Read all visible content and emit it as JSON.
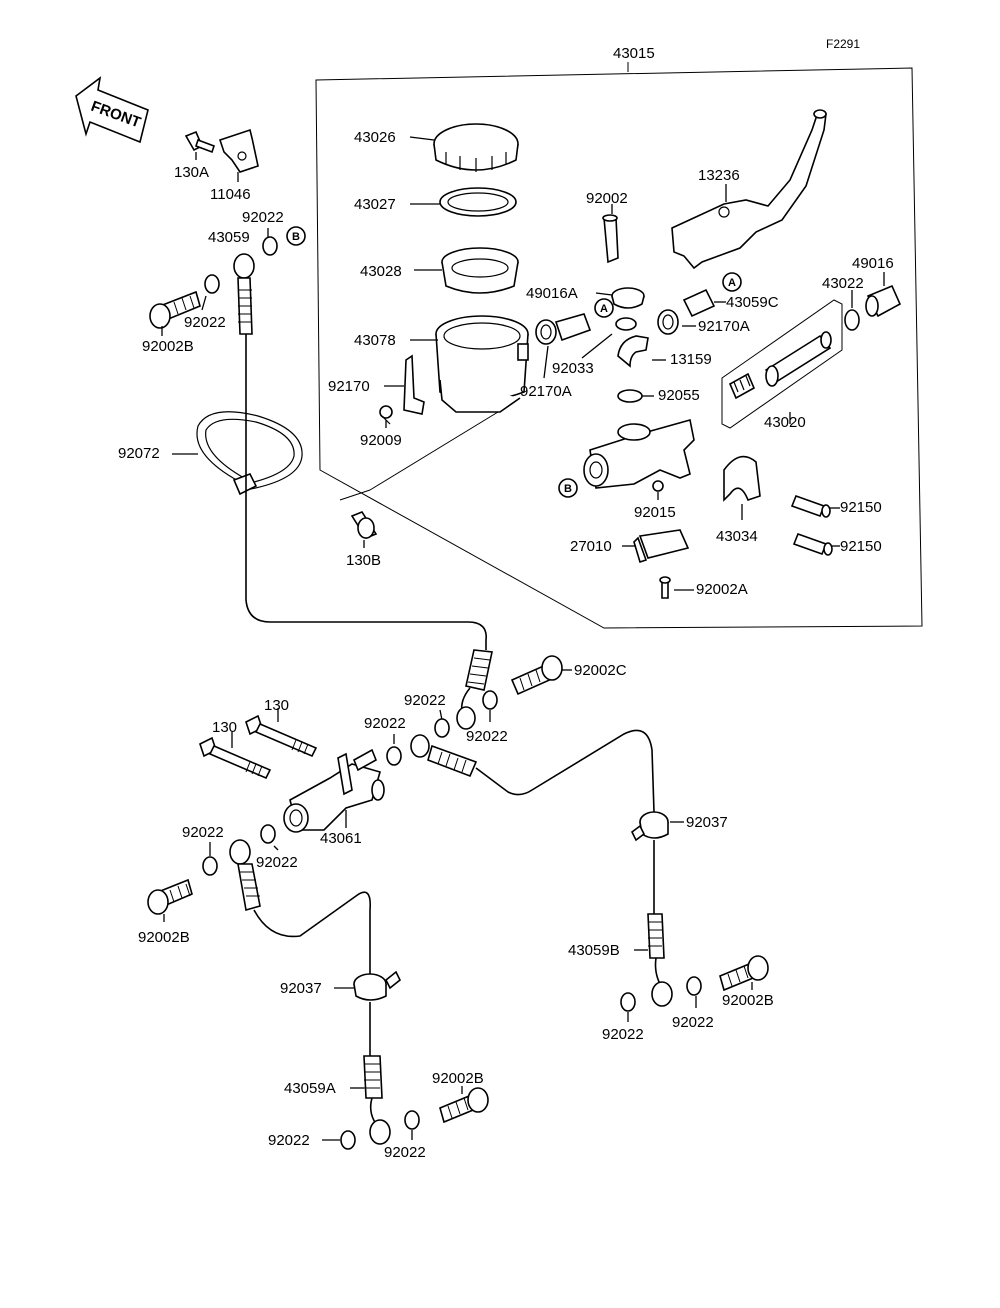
{
  "diagram_code": "F2291",
  "front_label": "FRONT",
  "assembly_label": "43015",
  "marker_a": "A",
  "marker_b": "B",
  "parts": {
    "p43026": "43026",
    "p43027": "43027",
    "p43028": "43028",
    "p43078": "43078",
    "p92170": "92170",
    "p92009": "92009",
    "p92002_top": "92002",
    "p49016A": "49016A",
    "p92033": "92033",
    "p92170A_left": "92170A",
    "p13236": "13236",
    "p43059C": "43059C",
    "p92170A_right": "92170A",
    "p13159": "13159",
    "p92055": "92055",
    "p43022": "43022",
    "p49016": "49016",
    "p43020": "43020",
    "p92015": "92015",
    "p43034": "43034",
    "p92150_a": "92150",
    "p92150_b": "92150",
    "p27010": "27010",
    "p92002A": "92002A",
    "p130A": "130A",
    "p11046": "11046",
    "p92022_tl": "92022",
    "p43059": "43059",
    "p92022_tl2": "92022",
    "p92002B_tl": "92002B",
    "p92072": "92072",
    "p130B": "130B",
    "p92002C": "92002C",
    "p92022_c1": "92022",
    "p92022_c2": "92022",
    "p130_a": "130",
    "p130_b": "130",
    "p92022_c3": "92022",
    "p43061": "43061",
    "p92022_l1": "92022",
    "p92022_l2": "92022",
    "p92002B_l": "92002B",
    "p92037_r": "92037",
    "p43059B": "43059B",
    "p92022_r1": "92022",
    "p92022_r2": "92022",
    "p92002B_r": "92002B",
    "p92037_l": "92037",
    "p43059A": "43059A",
    "p92002B_b": "92002B",
    "p92022_b1": "92022",
    "p92022_b2": "92022"
  }
}
